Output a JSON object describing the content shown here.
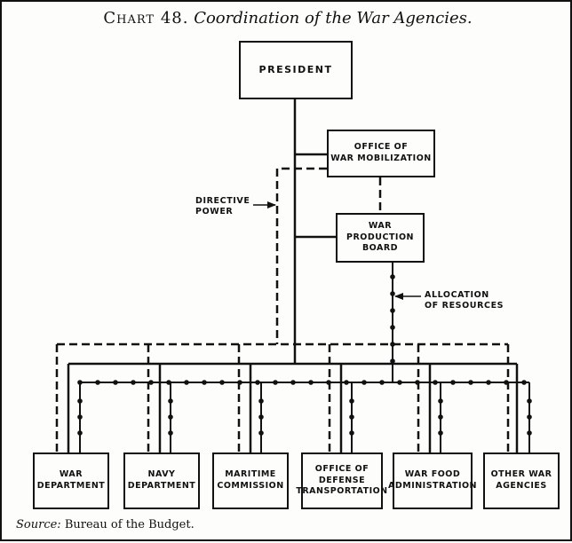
{
  "title": {
    "lead": "Chart 48.",
    "rest": "Coordination of the War Agencies."
  },
  "boxes": {
    "president": "PRESIDENT",
    "owm": "OFFICE OF\nWAR MOBILIZATION",
    "wpb": "WAR\nPRODUCTION\nBOARD"
  },
  "labels": {
    "directive": "DIRECTIVE\nPOWER",
    "allocation": "ALLOCATION\nOF RESOURCES"
  },
  "agencies": [
    "WAR\nDEPARTMENT",
    "NAVY\nDEPARTMENT",
    "MARITIME\nCOMMISSION",
    "OFFICE OF\nDEFENSE\nTRANSPORTATION",
    "WAR FOOD\nADMINISTRATION",
    "OTHER WAR\nAGENCIES"
  ],
  "source": {
    "prefix": "Source:",
    "text": "Bureau of the Budget."
  },
  "colors": {
    "ink": "#111111",
    "paper": "#fdfdfb"
  }
}
